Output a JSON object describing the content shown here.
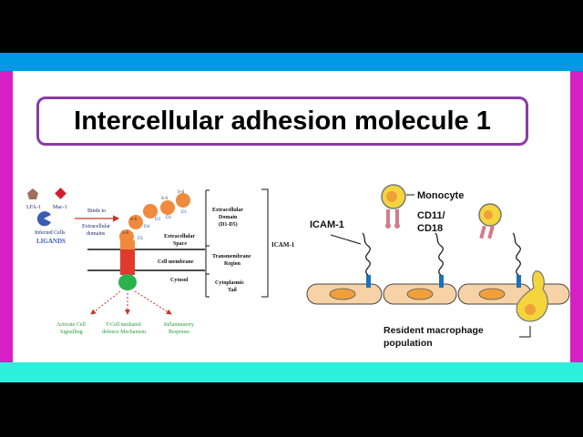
{
  "title": "Intercellular adhesion molecule 1",
  "colors": {
    "top_stripe": "#0099e6",
    "side_stripes": "#d61fc4",
    "bottom_stripe": "#2cf0dc",
    "title_border": "#8a3aa9",
    "domains": "#f08a3c",
    "membrane_segment": "#e03a2f",
    "tail": "#2bb24c",
    "cell_body": "#f6d2a6",
    "nucleus": "#f0a03a",
    "receptor": "#1d72b8",
    "monocyte": "#f4d53b"
  },
  "left_diagram": {
    "legend": {
      "lfa1": "LFA-1",
      "mac1": "Mac-1",
      "infected": "Infected Cells",
      "ligands": "LIGANDS"
    },
    "binds_to": "Binds to",
    "extracellular_domains": "Extracellular\ndomains",
    "ss": "S-S",
    "domains": [
      "D1",
      "D2",
      "D3",
      "D4",
      "D5"
    ],
    "regions": [
      "Extracellular\nSpace",
      "Cell membrane",
      "Cytosol"
    ],
    "bracket_labels": [
      "Extracellular\nDomain\n(D1-D5)",
      "Transmembrane\nRegion",
      "Cytoplasmic\nTail"
    ],
    "icam_label": "ICAM-1",
    "outcomes": [
      "Activate Cell\nSignalling",
      "T-Cell mediated\ndefence Mechanism",
      "Inflammatory\nResponse"
    ]
  },
  "right_diagram": {
    "icam": "ICAM-1",
    "monocyte": "Monocyte",
    "cd": "CD11/\nCD18",
    "resident": "Resident macrophage\npopulation"
  }
}
